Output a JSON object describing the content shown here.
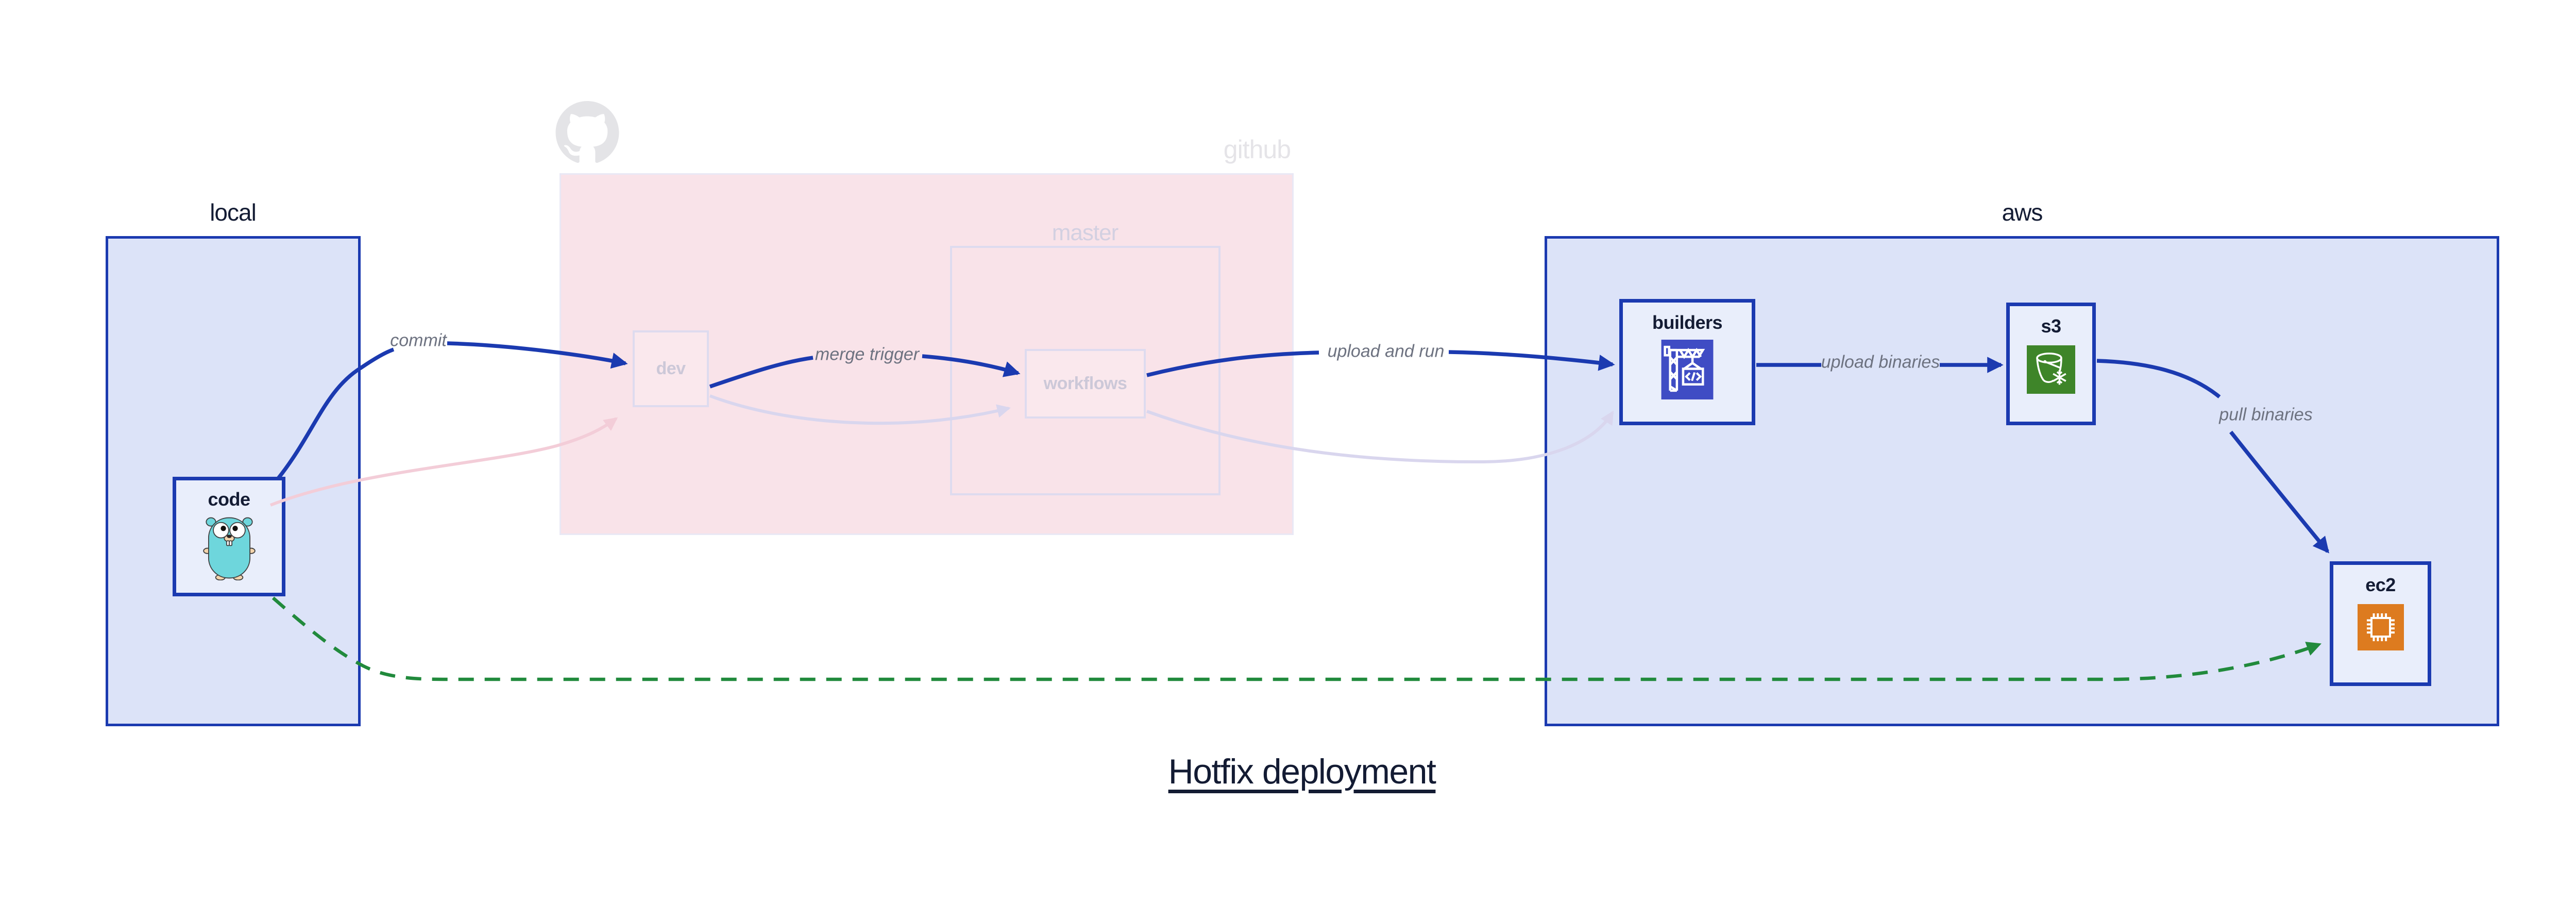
{
  "title": {
    "text": "Hotfix deployment"
  },
  "groups": {
    "local": {
      "label": "local"
    },
    "github": {
      "label": "github",
      "master": {
        "label": "master"
      }
    },
    "aws": {
      "label": "aws"
    }
  },
  "nodes": {
    "code": {
      "label": "code",
      "icon": "go-gopher-icon"
    },
    "dev": {
      "label": "dev"
    },
    "workflows": {
      "label": "workflows"
    },
    "builders": {
      "label": "builders",
      "icon": "aws-codebuild-crane-icon"
    },
    "s3": {
      "label": "s3",
      "icon": "aws-s3-bucket-icon"
    },
    "ec2": {
      "label": "ec2",
      "icon": "aws-ec2-chip-icon"
    }
  },
  "edges": {
    "commit": {
      "label": "commit",
      "from": "code",
      "to": "dev",
      "style": "solid-blue"
    },
    "merge_trigger": {
      "label": "merge trigger",
      "from": "dev",
      "to": "workflows",
      "style": "solid-blue"
    },
    "upload_and_run": {
      "label": "upload and run",
      "from": "workflows",
      "to": "builders",
      "style": "solid-blue"
    },
    "upload_binaries": {
      "label": "upload binaries",
      "from": "builders",
      "to": "s3",
      "style": "solid-blue"
    },
    "pull_binaries": {
      "label": "pull binaries",
      "from": "s3",
      "to": "ec2",
      "style": "solid-blue"
    },
    "hotfix_bypass": {
      "label": "",
      "from": "code",
      "to": "ec2",
      "style": "dashed-green"
    },
    "ghost_commit": {
      "label": "",
      "from": "code",
      "to": "dev",
      "style": "faded-pink"
    },
    "ghost_merge": {
      "label": "",
      "from": "dev",
      "to": "workflows",
      "style": "faded-lavender"
    },
    "ghost_upload": {
      "label": "",
      "from": "workflows",
      "to": "builders",
      "style": "faded-lavender"
    }
  },
  "colors": {
    "accent_blue": "#1b3ab0",
    "group_fill": "#dce3f8",
    "node_fill": "#e9eefb",
    "github_fill": "#f9e3e9",
    "faded_border": "#dedbef",
    "faded_text": "#ccc8d8",
    "edge_label_gray": "#6d7280",
    "hotfix_green": "#218a3c",
    "ghost_pink": "#f3cdd8",
    "ghost_lavender": "#d9d6ee",
    "octocat_gray": "#e4e4e7",
    "codebuild_bg": "#3f4cc4",
    "s3_bg": "#3e8529",
    "ec2_bg": "#dd7b1f",
    "dark_text": "#141c34"
  }
}
